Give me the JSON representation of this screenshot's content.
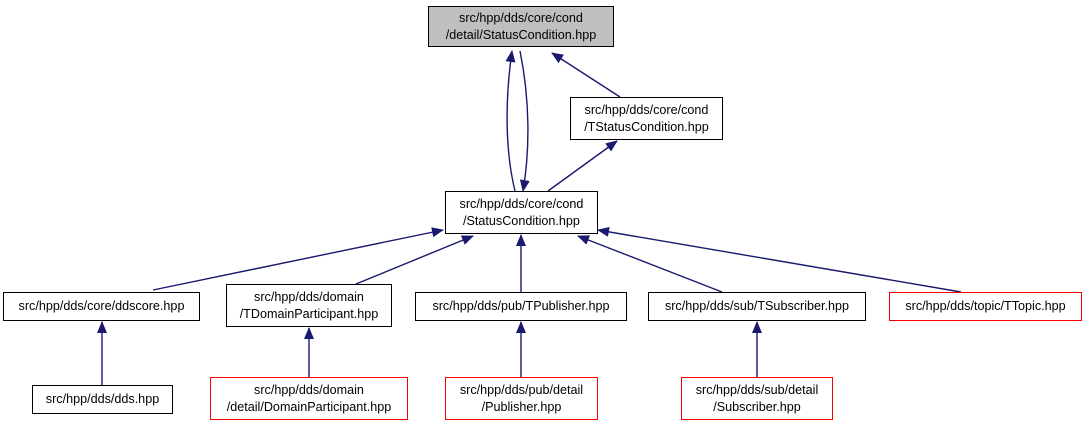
{
  "colors": {
    "edge": "#191970",
    "border": "#000000",
    "truncated_border": "#ff0000",
    "focus_fill": "#bfbfbf"
  },
  "nodes": {
    "detail_status_condition": {
      "label": "src/hpp/dds/core/cond\n/detail/StatusCondition.hpp"
    },
    "tstatus_condition": {
      "label": "src/hpp/dds/core/cond\n/TStatusCondition.hpp"
    },
    "status_condition": {
      "label": "src/hpp/dds/core/cond\n/StatusCondition.hpp"
    },
    "ddscore": {
      "label": "src/hpp/dds/core/ddscore.hpp"
    },
    "tdomain_participant": {
      "label": "src/hpp/dds/domain\n/TDomainParticipant.hpp"
    },
    "tpublisher": {
      "label": "src/hpp/dds/pub/TPublisher.hpp"
    },
    "tsubscriber": {
      "label": "src/hpp/dds/sub/TSubscriber.hpp"
    },
    "ttopic": {
      "label": "src/hpp/dds/topic/TTopic.hpp"
    },
    "dds": {
      "label": "src/hpp/dds/dds.hpp"
    },
    "domain_participant": {
      "label": "src/hpp/dds/domain\n/detail/DomainParticipant.hpp"
    },
    "publisher": {
      "label": "src/hpp/dds/pub/detail\n/Publisher.hpp"
    },
    "subscriber": {
      "label": "src/hpp/dds/sub/detail\n/Subscriber.hpp"
    }
  }
}
